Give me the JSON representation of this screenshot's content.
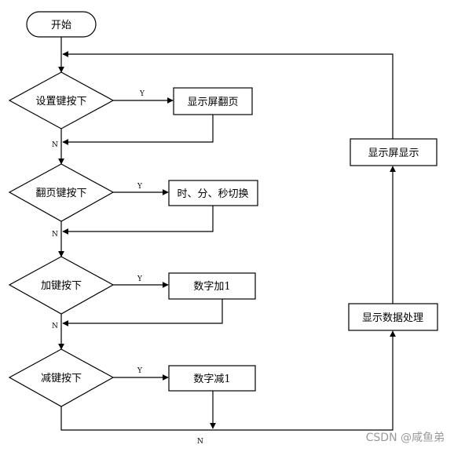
{
  "flowchart": {
    "start": "开始",
    "decisions": {
      "set_key": "设置键按下",
      "page_key": "翻页键按下",
      "add_key": "加键按下",
      "sub_key": "减键按下"
    },
    "processes": {
      "screen_page": "显示屏翻页",
      "time_switch": "时、分、秒切换",
      "num_plus": "数字加1",
      "num_minus": "数字减1",
      "data_process": "显示数据处理",
      "screen_show": "显示屏显示"
    },
    "yes_label": "Y",
    "no_label": "N"
  },
  "watermark": "CSDN @咸鱼弟"
}
